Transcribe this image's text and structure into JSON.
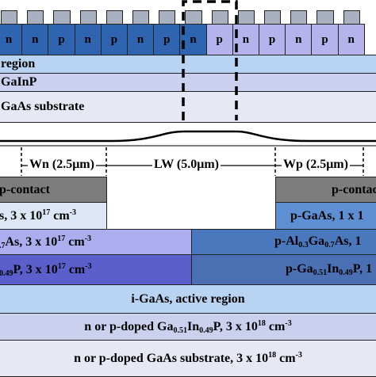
{
  "top": {
    "finger_labels": [
      "n",
      "n",
      "p",
      "n",
      "p",
      "n",
      "p",
      "n",
      "p",
      "n",
      "p",
      "n",
      "p",
      "n"
    ],
    "layers": [
      "region",
      "GaInP",
      "GaAs substrate"
    ]
  },
  "dimensions": {
    "wn": "Wn (2.5μm)",
    "lw": "LW (5.0μm)",
    "wp": "Wp (2.5μm)"
  },
  "detail": {
    "left_contact": "p-contact",
    "right_contact": "p-contact",
    "left_gaas_pre": "s, 3 x 10",
    "left_gaas_exp": "17",
    "left_gaas_post": " cm",
    "left_gaas_unit_exp": "-3",
    "right_gaas_pre": "p-GaAs, 1 x 1",
    "left_algaas_sub": ".7",
    "left_algaas_mid": "As, 3 x 10",
    "left_algaas_exp": "17",
    "left_algaas_post": " cm",
    "left_algaas_unit_exp": "-3",
    "right_algaas_a": "p-Al",
    "right_algaas_s1": "0.3",
    "right_algaas_b": "Ga",
    "right_algaas_s2": "0.7",
    "right_algaas_c": "As, 1",
    "left_gainp_sub": "0.49",
    "left_gainp_mid": "P, 3 x 10",
    "left_gainp_exp": "17",
    "left_gainp_post": " cm",
    "left_gainp_unit_exp": "-3",
    "right_gainp_a": "p-Ga",
    "right_gainp_s1": "0.51",
    "right_gainp_b": "In",
    "right_gainp_s2": "0.49",
    "right_gainp_c": "P, 1",
    "active": "i-GaAs, active region",
    "window_a": "n or p-doped Ga",
    "window_s1": "0.51",
    "window_b": "In",
    "window_s2": "0.49",
    "window_c": "P, 3 x 10",
    "window_exp": "18",
    "window_d": " cm",
    "window_unit_exp": "-3",
    "substrate_a": "n or p-doped GaAs substrate, 3 x 10",
    "substrate_exp": "18",
    "substrate_b": " cm",
    "substrate_unit_exp": "-3"
  }
}
